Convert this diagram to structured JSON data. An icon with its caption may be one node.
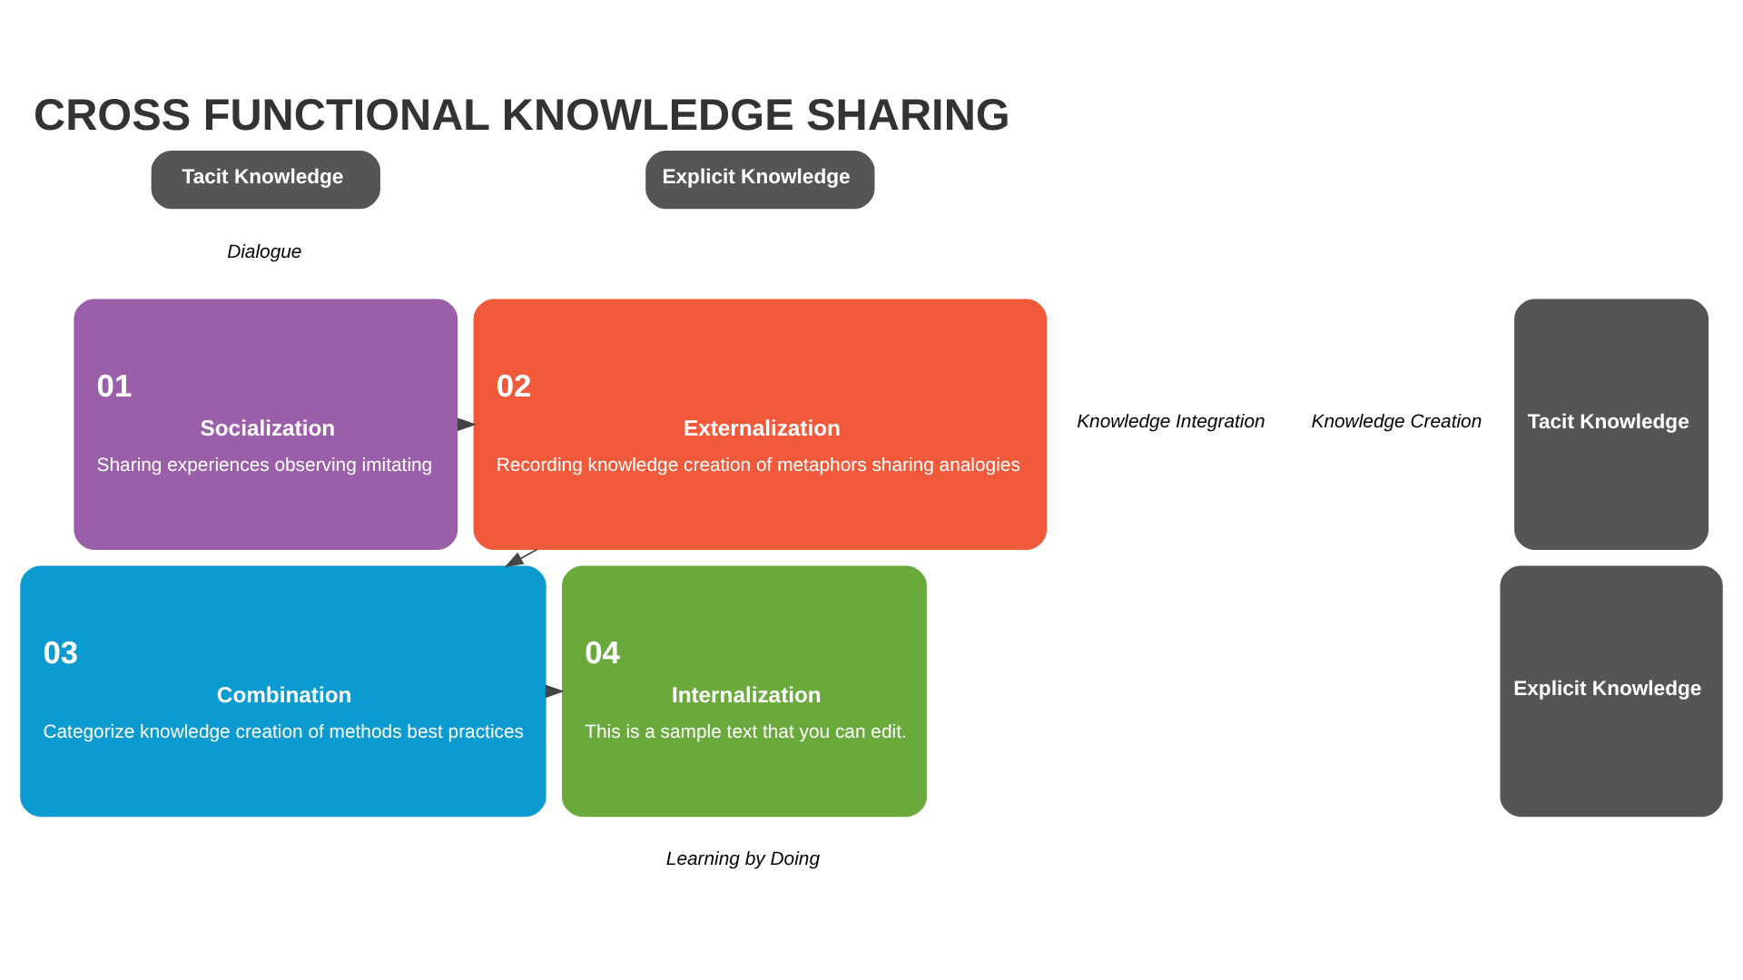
{
  "diagram": {
    "title": "CROSS FUNCTIONAL KNOWLEDGE SHARING",
    "nodes": [
      {
        "text": [
          "Tacit Knowledge"
        ]
      },
      {
        "text": [
          "Explicit Knowledge"
        ]
      },
      {
        "text": [
          "Tacit Knowledge"
        ]
      },
      {
        "text": [
          "Explicit Knowledge"
        ]
      },
      {
        "text": [
          "01",
          "Socialization",
          "Sharing experiences observing imitating"
        ]
      },
      {
        "text": [
          "02",
          "Externalization",
          "Recording knowledge creation of metaphors sharing analogies"
        ]
      },
      {
        "text": [
          "03",
          "Combination",
          "Categorize knowledge creation of methods best practices"
        ]
      },
      {
        "text": [
          "04",
          "Internalization",
          "This is a sample text that you can edit."
        ]
      }
    ],
    "edges": [
      {
        "from": 4,
        "to": 5,
        "arrow": "to"
      },
      {
        "from": 5,
        "to": 6,
        "arrow": "to"
      },
      {
        "from": 6,
        "to": 7,
        "arrow": "to"
      }
    ],
    "labels": [
      "Dialogue",
      "Knowledge Creation",
      "Knowledge Integration",
      "Learning by Doing"
    ]
  }
}
